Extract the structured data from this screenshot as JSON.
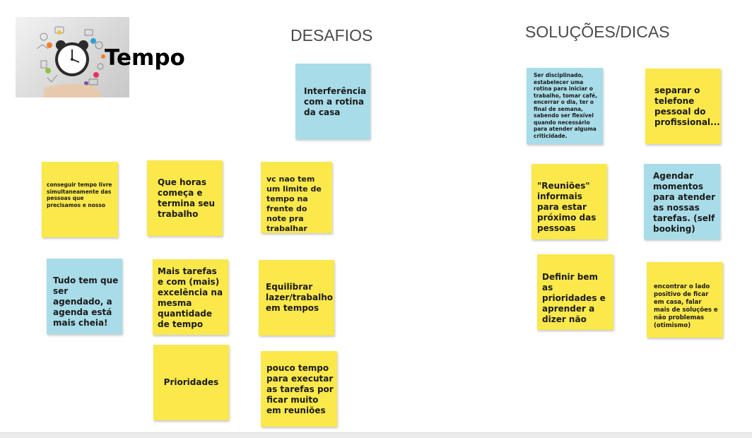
{
  "board": {
    "title": "Tempo",
    "headers": {
      "desafios": "DESAFIOS",
      "solucoes": "SOLUÇÕES/DICAS"
    }
  },
  "colors": {
    "yellow_note": "#fbe84b",
    "blue_note": "#a8dce8"
  },
  "hero": {
    "icon": "alarm-clock-icon"
  },
  "notes": {
    "n1": "Interferência com a rotina da casa",
    "n2": "conseguir tempo livre simultaneamente das pessoas que precisamos e nosso",
    "n3": "Que horas começa e termina seu trabalho",
    "n4": "vc nao tem um limite de tempo na frente do note pra trabalhar",
    "n5": "Tudo tem que ser agendado, a agenda está mais cheia!",
    "n6": "Mais tarefas e com (mais) excelência na mesma quantidade de tempo",
    "n7": "Equilibrar lazer/trabalho em tempos",
    "n8": "Prioridades",
    "n9": "pouco tempo para executar as tarefas por ficar muito em reuniões",
    "s1": "Ser disciplinado, estabelecer uma rotina para iniciar o trabalho, tomar café, encerrar o dia, ter o final de semana, sabendo ser flexível quando necessário para atender alguma criticidade.",
    "s2": "separar o telefone pessoal do profissional...",
    "s3": "\"Reuniões\" informais para estar próximo das pessoas",
    "s4": "Agendar momentos para atender as nossas tarefas. (self booking)",
    "s5": "Definir bem as prioridades e aprender a dizer não",
    "s6": "encontrar o lado positivo de ficar em casa, falar mais de soluções e não problemas (otimismo)"
  }
}
